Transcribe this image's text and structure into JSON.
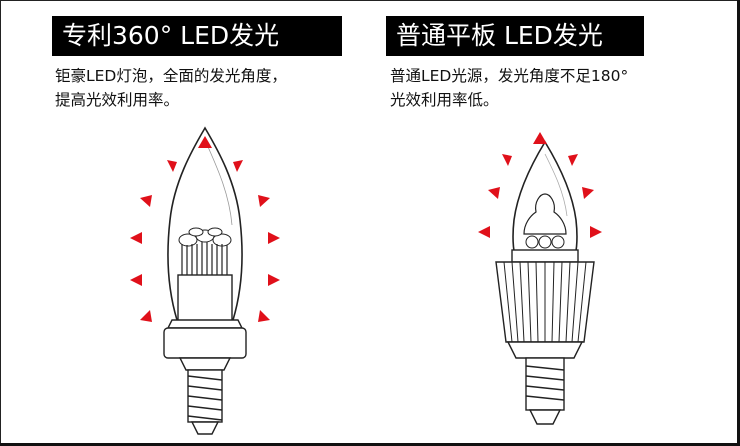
{
  "left_panel": {
    "title": "专利360°  LED发光",
    "desc_line1": "钜豪LED灯泡，全面的发光角度，",
    "desc_line2": "提高光效利用率。",
    "illustration": "candle-bulb-360-icon",
    "arrow_color": "#e0101a"
  },
  "right_panel": {
    "title": "普通平板 LED发光",
    "desc_line1": "普通LED光源，发光角度不足180°",
    "desc_line2": "光效利用率低。",
    "illustration": "candle-bulb-flat-icon",
    "arrow_color": "#e0101a"
  },
  "colors": {
    "banner_bg": "#000000",
    "banner_text": "#ffffff",
    "arrow": "#e0101a"
  }
}
